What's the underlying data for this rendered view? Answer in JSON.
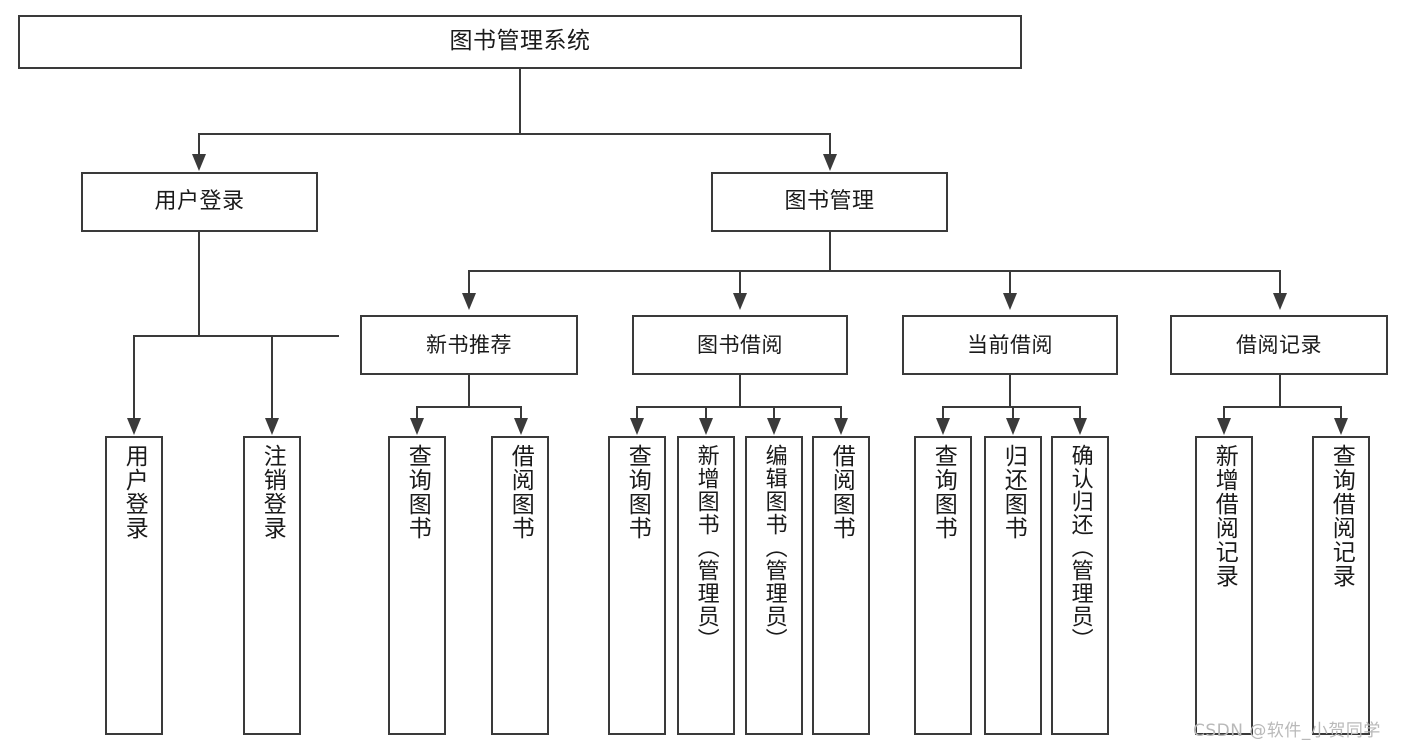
{
  "diagram": {
    "title": "图书管理系统",
    "root": {
      "label": "图书管理系统"
    },
    "level1": [
      {
        "label": "用户登录"
      },
      {
        "label": "图书管理"
      }
    ],
    "level2": [
      {
        "label": "新书推荐"
      },
      {
        "label": "图书借阅"
      },
      {
        "label": "当前借阅"
      },
      {
        "label": "借阅记录"
      }
    ],
    "leaves": [
      {
        "label": "用户登录"
      },
      {
        "label": "注销登录"
      },
      {
        "label": "查询图书"
      },
      {
        "label": "借阅图书"
      },
      {
        "label": "查询图书"
      },
      {
        "label": "新增图书（管理员）"
      },
      {
        "label": "编辑图书（管理员）"
      },
      {
        "label": "借阅图书"
      },
      {
        "label": "查询图书"
      },
      {
        "label": "归还图书"
      },
      {
        "label": "确认归还（管理员）"
      },
      {
        "label": "新增借阅记录"
      },
      {
        "label": "查询借阅记录"
      }
    ]
  },
  "watermark": {
    "text": "CSDN @软件_小贺同学"
  },
  "colors": {
    "stroke": "#3a3a3a",
    "background": "#ffffff",
    "text": "#1a1a1a",
    "watermark": "#b9b9b9"
  }
}
